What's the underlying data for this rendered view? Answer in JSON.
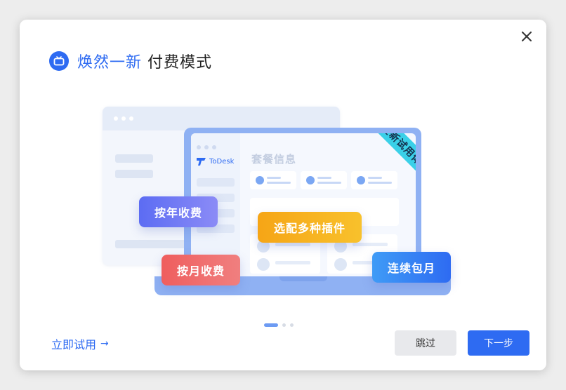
{
  "header": {
    "title_accent": "焕然一新",
    "title_main": "付费模式",
    "brand_icon": "tv-icon"
  },
  "illustration": {
    "brand_name": "ToDesk",
    "package_title": "套餐信息",
    "ribbon_text": "全新试用体验",
    "tags": {
      "annual": "按年收费",
      "plugins": "选配多种插件",
      "monthly": "按月收费",
      "renew": "连续包月"
    },
    "colors": {
      "annual": "#5c6cf3",
      "plugins": "#f6a516",
      "monthly": "#ef5e5e",
      "renew": "#2e6bf2",
      "ribbon": "#3ad0e8"
    }
  },
  "pagination": {
    "total": 3,
    "current": 1
  },
  "footer": {
    "try_link": "立即试用",
    "try_arrow": "→",
    "skip_label": "跳过",
    "next_label": "下一步"
  },
  "theme": {
    "accent": "#2e6bf2"
  },
  "icons": {
    "close": "close-icon"
  }
}
